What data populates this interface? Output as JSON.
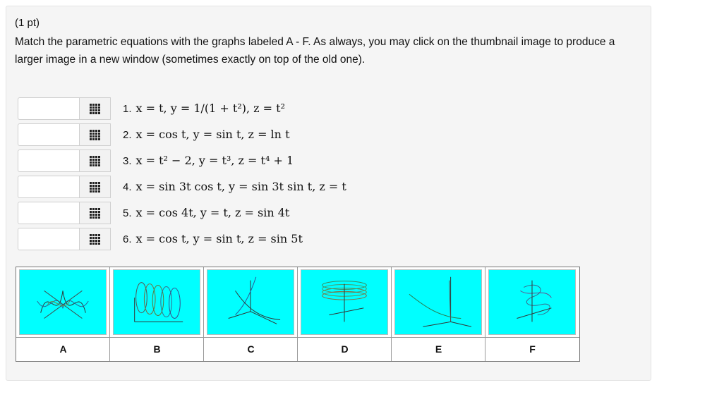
{
  "problem": {
    "points": "(1 pt)",
    "intro": "Match the parametric equations with the graphs labeled A - F. As always, you may click on the thumbnail image to produce a larger image in a new window (sometimes exactly on top of the old one)."
  },
  "equations": [
    {
      "num": "1.",
      "text": "x = t, y = 1/(1 + t²), z = t²",
      "answer": ""
    },
    {
      "num": "2.",
      "text": "x = cos t, y = sin t, z = ln t",
      "answer": ""
    },
    {
      "num": "3.",
      "text": "x = t² − 2, y = t³, z = t⁴ + 1",
      "answer": ""
    },
    {
      "num": "4.",
      "text": "x = sin 3t cos t, y = sin 3t sin t, z = t",
      "answer": ""
    },
    {
      "num": "5.",
      "text": "x = cos 4t, y = t, z = sin 4t",
      "answer": ""
    },
    {
      "num": "6.",
      "text": "x = cos t, y = sin t, z = sin 5t",
      "answer": ""
    }
  ],
  "icons": {
    "menu": "grid-menu-icon"
  },
  "graphs": [
    {
      "label": "A",
      "thumb": "graph-a-thumbnail"
    },
    {
      "label": "B",
      "thumb": "graph-b-thumbnail"
    },
    {
      "label": "C",
      "thumb": "graph-c-thumbnail"
    },
    {
      "label": "D",
      "thumb": "graph-d-thumbnail"
    },
    {
      "label": "E",
      "thumb": "graph-e-thumbnail"
    },
    {
      "label": "F",
      "thumb": "graph-f-thumbnail"
    }
  ],
  "colors": {
    "thumbnail_bg": "#00ffff",
    "panel_bg": "#f5f5f5"
  }
}
